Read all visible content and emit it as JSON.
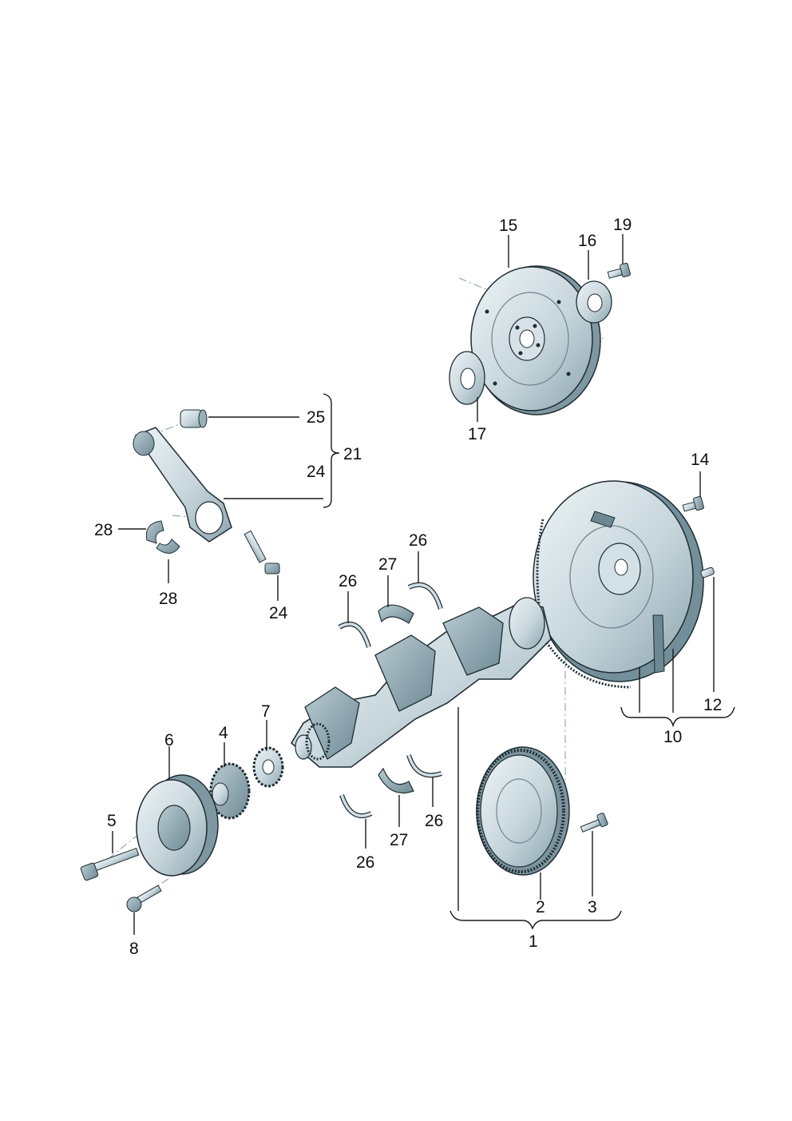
{
  "diagram": {
    "callouts": {
      "c1": "1",
      "c2": "2",
      "c3": "3",
      "c4": "4",
      "c5": "5",
      "c6": "6",
      "c7": "7",
      "c8": "8",
      "c10": "10",
      "c12": "12",
      "c14": "14",
      "c15": "15",
      "c16": "16",
      "c17": "17",
      "c19": "19",
      "c21": "21",
      "c24a": "24",
      "c24b": "24",
      "c25": "25",
      "c26a": "26",
      "c26b": "26",
      "c26c": "26",
      "c26d": "26",
      "c27a": "27",
      "c27b": "27",
      "c28a": "28",
      "c28b": "28"
    },
    "colors": {
      "part_fill": "#c9d7dd",
      "part_light": "#e2ebef",
      "part_dark": "#8fa6b0",
      "outline": "#1f2d33"
    }
  }
}
